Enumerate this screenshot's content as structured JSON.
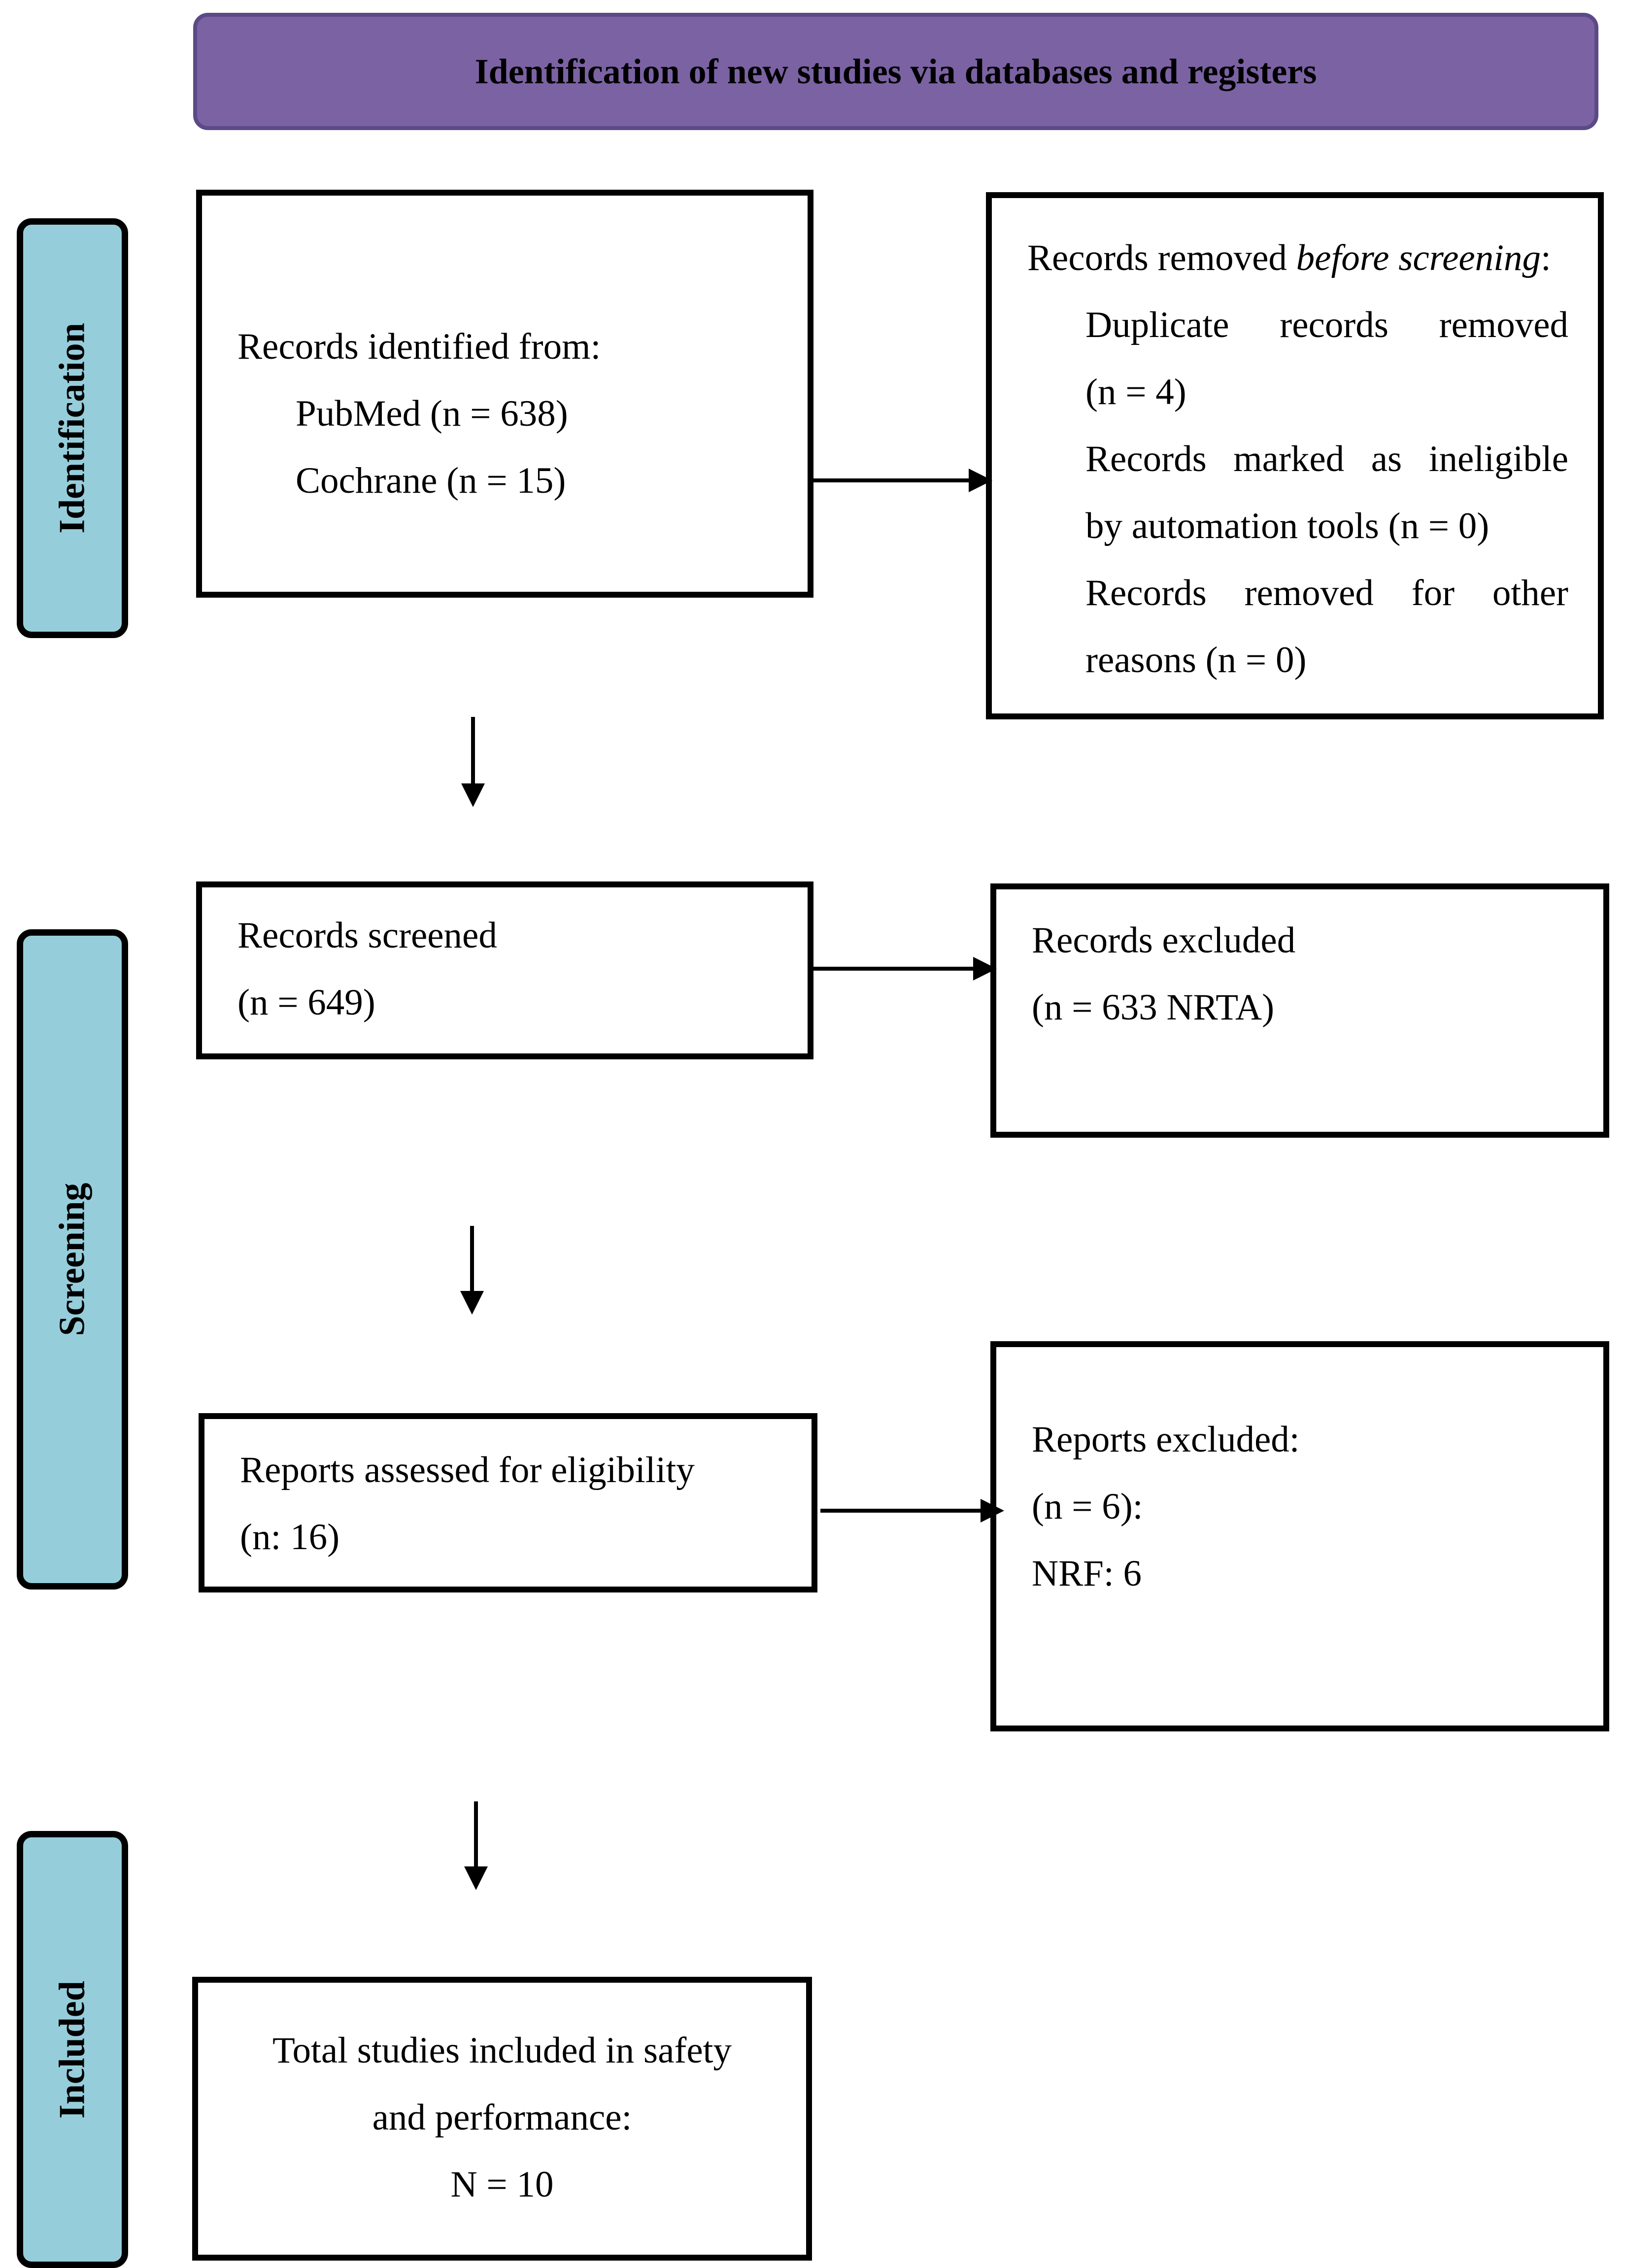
{
  "header": {
    "title": "Identification of new studies via databases and registers"
  },
  "stages": {
    "identification": "Identification",
    "screening": "Screening",
    "included": "Included"
  },
  "identified": {
    "heading": "Records identified from:",
    "pubmed": "PubMed (n = 638)",
    "cochrane": "Cochrane (n = 15)"
  },
  "removed": {
    "heading_prefix": "Records removed ",
    "heading_italic": "before screening",
    "heading_suffix": ":",
    "duplicate_1": "Duplicate records removed",
    "duplicate_2": "(n = 4)",
    "ineligible_1": "Records marked as ineligible",
    "ineligible_2": "by automation tools (n = 0)",
    "other_1": "Records removed for other",
    "other_2": "reasons (n = 0)"
  },
  "screened": {
    "label": "Records screened",
    "count": "(n = 649)"
  },
  "excluded_records": {
    "label": "Records excluded",
    "count": "(n = 633 NRTA)"
  },
  "assessed": {
    "label": "Reports assessed for eligibility",
    "count": "(n: 16)"
  },
  "excluded_reports": {
    "label": "Reports excluded:",
    "count": "(n = 6):",
    "reason": "NRF: 6"
  },
  "included": {
    "line1": "Total studies included in safety",
    "line2": "and performance:",
    "line3": "N = 10"
  },
  "colors": {
    "banner_fill": "#7b62a3",
    "stage_fill": "#96cddb",
    "border": "#000000"
  }
}
